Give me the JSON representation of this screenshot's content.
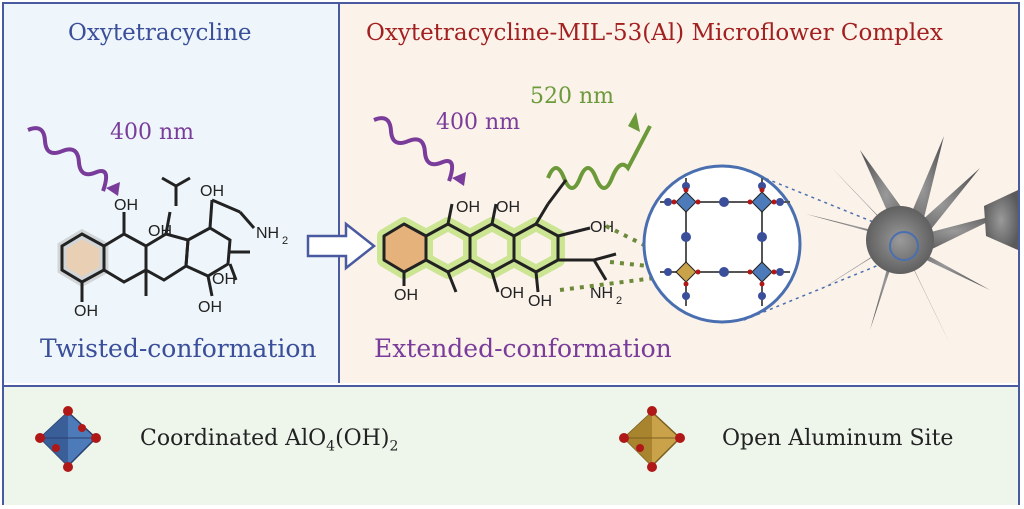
{
  "titles": {
    "left": "Oxytetracycline",
    "right": "Oxytetracycline-MIL-53(Al) Microflower Complex"
  },
  "wavelengths": {
    "excitation_left": "400 nm",
    "excitation_right": "400 nm",
    "emission": "520 nm"
  },
  "conformations": {
    "left": "Twisted-conformation",
    "right": "Extended-conformation"
  },
  "molecule_labels": {
    "oh": "OH",
    "nh2": "NH",
    "nh2_sub": "2"
  },
  "legend": {
    "coordinated_main": "Coordinated AlO",
    "coordinated_sub1": "4",
    "coordinated_mid": "(OH)",
    "coordinated_sub2": "2",
    "open_site": "Open Aluminum Site"
  },
  "colors": {
    "frame": "#4a5aa0",
    "left_title": "#3a4e9a",
    "right_title": "#a32020",
    "excitation": "#7a3c9a",
    "emission": "#6c9a3a",
    "glow": "#c6e48a",
    "octahedron_blue": "#4d7ab8",
    "octahedron_gold": "#c9a24a"
  },
  "icons": [
    "excitation-wave-icon",
    "emission-wave-icon",
    "reaction-arrow-icon",
    "coordinated-octahedron-icon",
    "open-site-octahedron-icon"
  ]
}
